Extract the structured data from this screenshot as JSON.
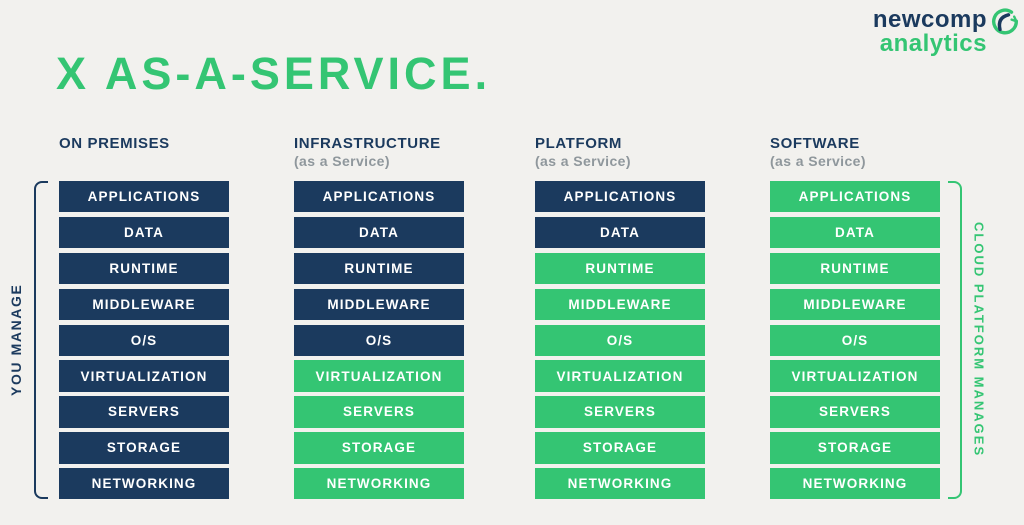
{
  "title": "X AS-A-SERVICE.",
  "logo": {
    "line1": "newcomp",
    "line2": "analytics"
  },
  "colors": {
    "navy": "#1b3a5e",
    "green": "#34c573",
    "subtitle_gray": "#8f979c",
    "background": "#f2f1ee",
    "block_text": "#ffffff"
  },
  "left_bracket": {
    "label": "YOU MANAGE"
  },
  "right_bracket": {
    "label": "CLOUD PLATFORM MANAGES"
  },
  "rows": [
    "APPLICATIONS",
    "DATA",
    "RUNTIME",
    "MIDDLEWARE",
    "O/S",
    "VIRTUALIZATION",
    "SERVERS",
    "STORAGE",
    "NETWORKING"
  ],
  "columns": [
    {
      "title": "ON PREMISES",
      "subtitle": "",
      "cloud_managed_from": 9
    },
    {
      "title": "INFRASTRUCTURE",
      "subtitle": "(as a Service)",
      "cloud_managed_from": 5
    },
    {
      "title": "PLATFORM",
      "subtitle": "(as a Service)",
      "cloud_managed_from": 2
    },
    {
      "title": "SOFTWARE",
      "subtitle": "(as a Service)",
      "cloud_managed_from": 0
    }
  ]
}
